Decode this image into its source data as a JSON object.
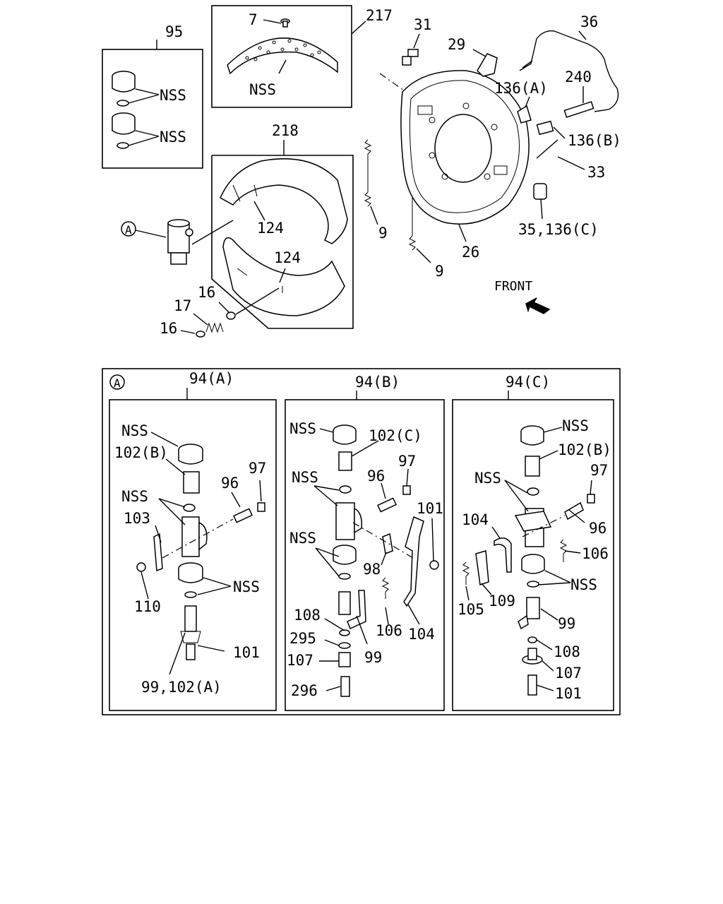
{
  "labels": {
    "l95": "95",
    "l7": "7",
    "l217": "217",
    "l31": "31",
    "l29": "29",
    "l36": "36",
    "l240": "240",
    "l136a": "136(A)",
    "l136b": "136(B)",
    "l33": "33",
    "l35_136c": "35,136(C)",
    "l26": "26",
    "l9a": "9",
    "l9b": "9",
    "l218": "218",
    "l124a": "124",
    "l124b": "124",
    "l16a": "16",
    "l17": "17",
    "l16b": "16",
    "front": "FRONT",
    "nss95a": "NSS",
    "nss95b": "NSS",
    "nss217": "NSS",
    "circleA_top": "A",
    "circleA_box": "A",
    "a_title": "94(A)",
    "a_nss1": "NSS",
    "a_102b": "102(B)",
    "a_nss2": "NSS",
    "a_103": "103",
    "a_96": "96",
    "a_97": "97",
    "a_nss3": "NSS",
    "a_110": "110",
    "a_101": "101",
    "a_99_102a": "99,102(A)",
    "b_title": "94(B)",
    "b_nss1": "NSS",
    "b_102c": "102(C)",
    "b_nss2": "NSS",
    "b_96": "96",
    "b_97": "97",
    "b_101": "101",
    "b_nss3": "NSS",
    "b_98": "98",
    "b_108": "108",
    "b_295": "295",
    "b_107": "107",
    "b_296": "296",
    "b_106": "106",
    "b_99": "99",
    "b_104": "104",
    "c_title": "94(C)",
    "c_nss1": "NSS",
    "c_102b": "102(B)",
    "c_nss2": "NSS",
    "c_97": "97",
    "c_104": "104",
    "c_96": "96",
    "c_106": "106",
    "c_nss3": "NSS",
    "c_105": "105",
    "c_109": "109",
    "c_99": "99",
    "c_108": "108",
    "c_107": "107",
    "c_101": "101"
  }
}
